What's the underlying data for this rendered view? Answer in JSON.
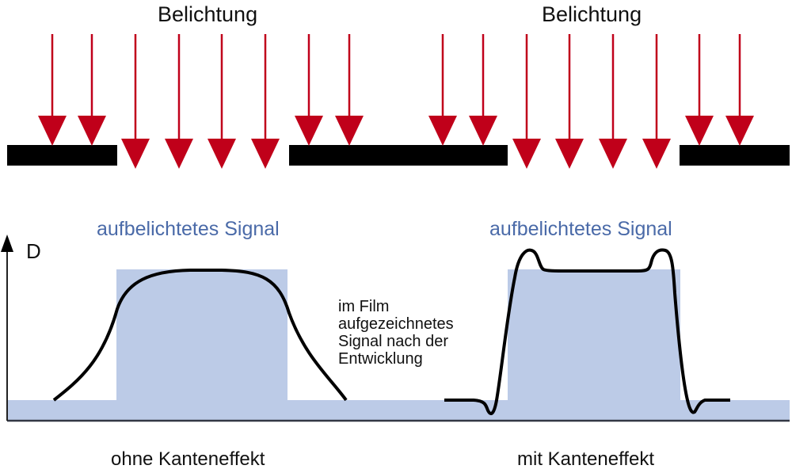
{
  "exposure": {
    "left_title": "Belichtung",
    "right_title": "Belichtung",
    "arrow_color": "#c0001a",
    "mask_color": "#000000"
  },
  "graph": {
    "y_axis_label": "D",
    "left_signal_label": "aufbelichtetes Signal",
    "right_signal_label": "aufbelichtetes Signal",
    "recorded_signal_note": "im Film\naufgezeichnetes\nSignal nach der\nEntwicklung",
    "left_caption": "ohne Kanteneffekt",
    "right_caption": "mit Kanteneffekt",
    "signal_fill_color": "#bccbe7",
    "label_color": "#4a6aa8",
    "curve_color": "#000000"
  }
}
